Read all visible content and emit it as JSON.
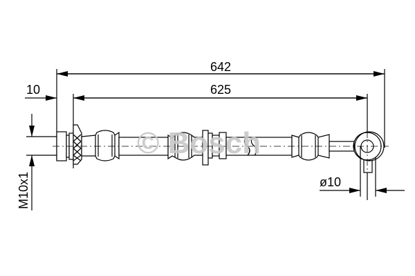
{
  "dimensions": {
    "overall_length": "642",
    "hose_length": "625",
    "offset": "10",
    "thread": "M10x1",
    "banjo_diameter": "ø10"
  },
  "watermark": "© Bosch"
}
